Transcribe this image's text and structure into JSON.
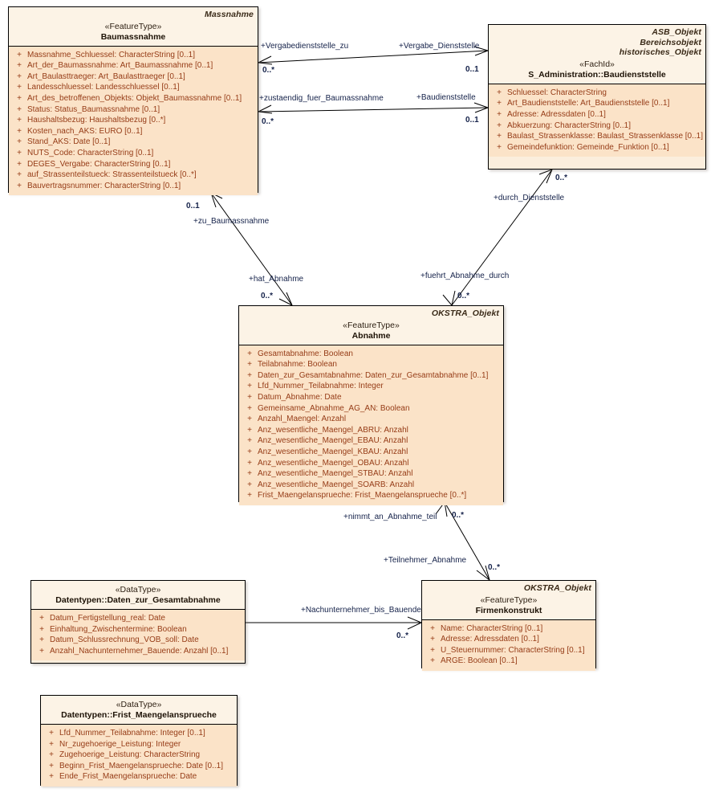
{
  "diagram": {
    "type": "uml-class-diagram",
    "title": "Massnahme / Abnahme",
    "colors": {
      "class_fill_header": "#fcf3e6",
      "class_fill_body": "#fbe3c8",
      "class_border": "#000000",
      "attribute_text": "#963c17",
      "label_text": "#15224a",
      "background": "#ffffff"
    }
  },
  "classes": [
    {
      "id": "baumassnahme",
      "taglines": [
        "Massnahme"
      ],
      "stereotype": "«FeatureType»",
      "name": "Baumassnahme",
      "attributes": [
        {
          "vis": "+",
          "text": "Massnahme_Schluessel: CharacterString [0..1]"
        },
        {
          "vis": "+",
          "text": "Art_der_Baumassnahme: Art_Baumassnahme [0..1]"
        },
        {
          "vis": "+",
          "text": "Art_Baulasttraeger: Art_Baulasttraeger [0..1]"
        },
        {
          "vis": "+",
          "text": "Landesschluessel: Landesschluessel [0..1]"
        },
        {
          "vis": "+",
          "text": "Art_des_betroffenen_Objekts: Objekt_Baumassnahme [0..1]"
        },
        {
          "vis": "+",
          "text": "Status: Status_Baumassnahme [0..1]"
        },
        {
          "vis": "+",
          "text": "Haushaltsbezug: Haushaltsbezug [0..*]"
        },
        {
          "vis": "+",
          "text": "Kosten_nach_AKS: EURO [0..1]"
        },
        {
          "vis": "+",
          "text": "Stand_AKS: Date [0..1]"
        },
        {
          "vis": "+",
          "text": "NUTS_Code: CharacterString [0..1]"
        },
        {
          "vis": "+",
          "text": "DEGES_Vergabe: CharacterString [0..1]"
        },
        {
          "vis": "+",
          "text": "auf_Strassenteilstueck: Strassenteilstueck [0..*]"
        },
        {
          "vis": "+",
          "text": "Bauvertragsnummer: CharacterString [0..1]"
        }
      ]
    },
    {
      "id": "baudienststelle",
      "taglines": [
        "ASB_Objekt",
        "Bereichsobjekt",
        "historisches_Objekt"
      ],
      "stereotype": "«FachId»",
      "name": "S_Administration::Baudienststelle",
      "attributes": [
        {
          "vis": "+",
          "text": "Schluessel: CharacterString"
        },
        {
          "vis": "+",
          "text": "Art_Baudienststelle: Art_Baudienststelle [0..1]"
        },
        {
          "vis": "+",
          "text": "Adresse: Adressdaten [0..1]"
        },
        {
          "vis": "+",
          "text": "Abkuerzung: CharacterString [0..1]"
        },
        {
          "vis": "+",
          "text": "Baulast_Strassenklasse: Baulast_Strassenklasse [0..1]"
        },
        {
          "vis": "+",
          "text": "Gemeindefunktion: Gemeinde_Funktion [0..1]"
        }
      ]
    },
    {
      "id": "abnahme",
      "taglines": [
        "OKSTRA_Objekt"
      ],
      "stereotype": "«FeatureType»",
      "name": "Abnahme",
      "attributes": [
        {
          "vis": "+",
          "text": "Gesamtabnahme: Boolean"
        },
        {
          "vis": "+",
          "text": "Teilabnahme: Boolean"
        },
        {
          "vis": "+",
          "text": "Daten_zur_Gesamtabnahme: Daten_zur_Gesamtabnahme [0..1]"
        },
        {
          "vis": "+",
          "text": "Lfd_Nummer_Teilabnahme: Integer"
        },
        {
          "vis": "+",
          "text": "Datum_Abnahme: Date"
        },
        {
          "vis": "+",
          "text": "Gemeinsame_Abnahme_AG_AN: Boolean"
        },
        {
          "vis": "+",
          "text": "Anzahl_Maengel: Anzahl"
        },
        {
          "vis": "+",
          "text": "Anz_wesentliche_Maengel_ABRU: Anzahl"
        },
        {
          "vis": "+",
          "text": "Anz_wesentliche_Maengel_EBAU: Anzahl"
        },
        {
          "vis": "+",
          "text": "Anz_wesentliche_Maengel_KBAU: Anzahl"
        },
        {
          "vis": "+",
          "text": "Anz_wesentliche_Maengel_OBAU: Anzahl"
        },
        {
          "vis": "+",
          "text": "Anz_wesentliche_Maengel_STBAU: Anzahl"
        },
        {
          "vis": "+",
          "text": "Anz_wesentliche_Maengel_SOARB: Anzahl"
        },
        {
          "vis": "+",
          "text": "Frist_Maengelansprueche: Frist_Maengelansprueche [0..*]"
        }
      ]
    },
    {
      "id": "firmenkonstrukt",
      "taglines": [
        "OKSTRA_Objekt"
      ],
      "stereotype": "«FeatureType»",
      "name": "Firmenkonstrukt",
      "attributes": [
        {
          "vis": "+",
          "text": "Name: CharacterString [0..1]"
        },
        {
          "vis": "+",
          "text": "Adresse: Adressdaten [0..1]"
        },
        {
          "vis": "+",
          "text": "U_Steuernummer: CharacterString [0..1]"
        },
        {
          "vis": "+",
          "text": "ARGE: Boolean [0..1]"
        }
      ]
    },
    {
      "id": "daten_zur_gesamtabnahme",
      "taglines": [],
      "stereotype": "«DataType»",
      "name": "Datentypen::Daten_zur_Gesamtabnahme",
      "attributes": [
        {
          "vis": "+",
          "text": "Datum_Fertigstellung_real: Date"
        },
        {
          "vis": "+",
          "text": "Einhaltung_Zwischentermine: Boolean"
        },
        {
          "vis": "+",
          "text": "Datum_Schlussrechnung_VOB_soll: Date"
        },
        {
          "vis": "+",
          "text": "Anzahl_Nachunternehmer_Bauende: Anzahl [0..1]"
        }
      ]
    },
    {
      "id": "frist_maengelansprueche",
      "taglines": [],
      "stereotype": "«DataType»",
      "name": "Datentypen::Frist_Maengelansprueche",
      "attributes": [
        {
          "vis": "+",
          "text": "Lfd_Nummer_Teilabnahme: Integer [0..1]"
        },
        {
          "vis": "+",
          "text": "Nr_zugehoerige_Leistung: Integer"
        },
        {
          "vis": "+",
          "text": "Zugehoerige_Leistung: CharacterString"
        },
        {
          "vis": "+",
          "text": "Beginn_Frist_Maengelansprueche: Date [0..1]"
        },
        {
          "vis": "+",
          "text": "Ende_Frist_Maengelansprueche: Date"
        }
      ]
    }
  ],
  "associations": [
    {
      "id": "assoc-vergabe",
      "source": "baumassnahme",
      "target": "baudienststelle",
      "source_role": "+Vergabedienststelle_zu",
      "source_mult": "0..*",
      "target_role": "+Vergabe_Dienststelle",
      "target_mult": "0..1"
    },
    {
      "id": "assoc-zustaendig",
      "source": "baumassnahme",
      "target": "baudienststelle",
      "source_role": "+zustaendig_fuer_Baumassnahme",
      "source_mult": "0..*",
      "target_role": "+Baudienststelle",
      "target_mult": "0..1"
    },
    {
      "id": "assoc-hat-abnahme",
      "source": "baumassnahme",
      "target": "abnahme",
      "source_role": "+zu_Baumassnahme",
      "source_mult": "0..1",
      "target_role": "+hat_Abnahme",
      "target_mult": "0..*"
    },
    {
      "id": "assoc-fuehrt-abnahme",
      "source": "baudienststelle",
      "target": "abnahme",
      "source_role": "+durch_Dienststelle",
      "source_mult": "0..*",
      "target_role": "+fuehrt_Abnahme_durch",
      "target_mult": "0..*"
    },
    {
      "id": "assoc-teilnehmer",
      "source": "abnahme",
      "target": "firmenkonstrukt",
      "source_role": "+nimmt_an_Abnahme_teil",
      "source_mult": "0..*",
      "target_role": "+Teilnehmer_Abnahme",
      "target_mult": "0..*"
    },
    {
      "id": "assoc-nachunternehmer",
      "source": "daten_zur_gesamtabnahme",
      "target": "firmenkonstrukt",
      "source_role": "",
      "source_mult": "",
      "target_role": "+Nachunternehmer_bis_Bauende",
      "target_mult": "0..*"
    }
  ],
  "edge_labels": {
    "vergabedienststelle_zu": "+Vergabedienststelle_zu",
    "vergabe_dienststelle": "+Vergabe_Dienststelle",
    "vergabe_mult_left": "0..*",
    "vergabe_mult_right": "0..1",
    "zustaendig_fuer_baumassnahme": "+zustaendig_fuer_Baumassnahme",
    "baudienststelle_role": "+Baudienststelle",
    "zustaendig_mult_left": "0..*",
    "zustaendig_mult_right": "0..1",
    "zu_baumassnahme": "+zu_Baumassnahme",
    "zu_baumassnahme_mult": "0..1",
    "hat_abnahme": "+hat_Abnahme",
    "hat_abnahme_mult": "0..*",
    "durch_dienststelle": "+durch_Dienststelle",
    "durch_dienststelle_mult": "0..*",
    "fuehrt_abnahme_durch": "+fuehrt_Abnahme_durch",
    "fuehrt_abnahme_durch_mult": "0..*",
    "nimmt_an_abnahme_teil": "+nimmt_an_Abnahme_teil",
    "nimmt_an_abnahme_teil_mult": "0..*",
    "teilnehmer_abnahme": "+Teilnehmer_Abnahme",
    "teilnehmer_abnahme_mult": "0..*",
    "nachunternehmer_bis_bauende": "+Nachunternehmer_bis_Bauende",
    "nachunternehmer_mult": "0..*"
  }
}
